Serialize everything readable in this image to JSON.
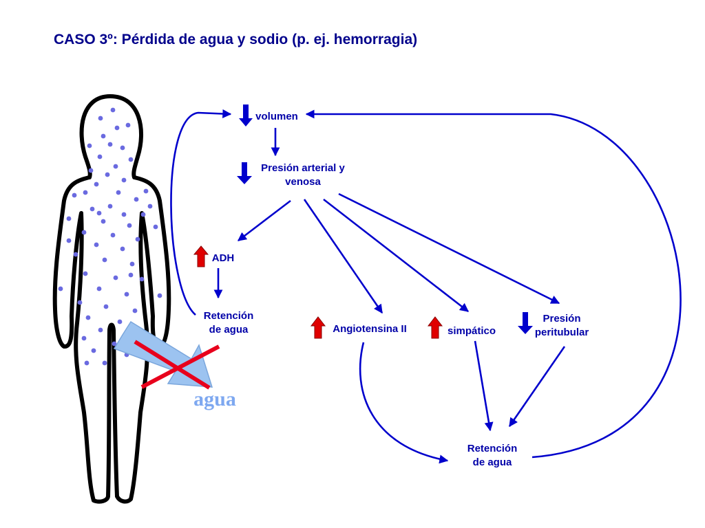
{
  "title": "CASO 3º: Pérdida de agua y sodio (p. ej. hemorragia)",
  "nodes": {
    "volumen": {
      "lines": [
        "volumen"
      ],
      "indicator": "down"
    },
    "presion_arterial": {
      "lines": [
        "Presión arterial y",
        "venosa"
      ],
      "indicator": "down"
    },
    "adh": {
      "lines": [
        "ADH"
      ],
      "indicator": "up"
    },
    "retencion_agua_1": {
      "lines": [
        "Retención",
        "de agua"
      ],
      "indicator": "none"
    },
    "angiotensina": {
      "lines": [
        "Angiotensina II"
      ],
      "indicator": "up"
    },
    "simpatico": {
      "lines": [
        "simpático"
      ],
      "indicator": "up"
    },
    "presion_peritubular": {
      "lines": [
        "Presión",
        "peritubular"
      ],
      "indicator": "down"
    },
    "retencion_agua_2": {
      "lines": [
        "Retención",
        "de agua"
      ],
      "indicator": "none"
    }
  },
  "water_loss": {
    "label": "agua",
    "crossed_out": true
  },
  "colors": {
    "title": "#00008b",
    "text": "#0000a8",
    "edge": "#0000cc",
    "increase_arrow": "#e00000",
    "decrease_arrow": "#0000cc",
    "water_arrow": "#9cc3f0",
    "cross": "#e8001c",
    "dots": "#6a6ae0"
  },
  "icons": {
    "increase": "red-up-arrow-icon",
    "decrease": "blue-down-arrow-icon",
    "figure": "human-silhouette-icon"
  }
}
